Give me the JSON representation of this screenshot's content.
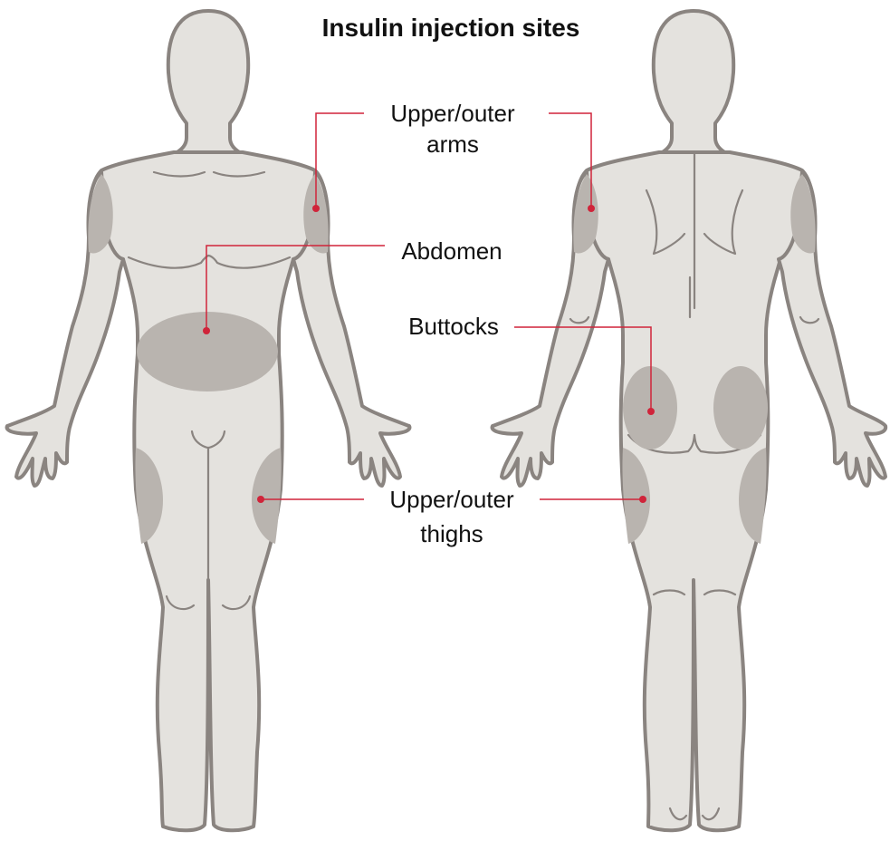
{
  "title": "Insulin injection sites",
  "labels": {
    "arms": [
      "Upper/outer",
      "arms"
    ],
    "abdomen": "Abdomen",
    "buttocks": "Buttocks",
    "thighs": [
      "Upper/outer",
      "thighs"
    ]
  },
  "colors": {
    "skin": "#e4e2de",
    "outline": "#8a8480",
    "site": "#b9b4af",
    "accent": "#d0243a"
  }
}
